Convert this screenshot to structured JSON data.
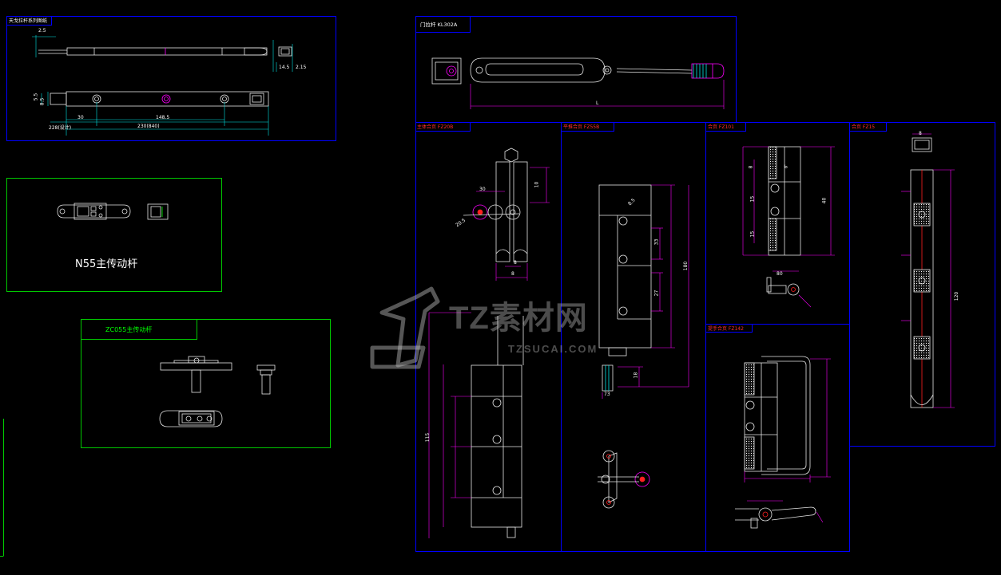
{
  "colors": {
    "background": "#000000",
    "frame_blue": "#0000ff",
    "frame_green": "#00c800",
    "line_white": "#e6e6e6",
    "dim_magenta": "#ff00ff",
    "dim_cyan": "#00e5e5",
    "center_red": "#ff2020",
    "text_red": "#ff3030",
    "text_green": "#00ff00",
    "text_white": "#ffffff",
    "watermark": "#bdbdbd"
  },
  "panels": {
    "rod_drawing": {
      "title": "天戈拉杆系列图纸"
    },
    "n55": {
      "caption": "N55主传动杆"
    },
    "zc055": {
      "title": "ZC055主传动杆"
    },
    "kl302a": {
      "title": "门拉杆 KL302A"
    },
    "fz20b": {
      "title": "主体合页 FZ20B"
    },
    "fz55b": {
      "title": "平推合页 FZ55B"
    },
    "fz101": {
      "title": "合页 FZ101"
    },
    "fz15": {
      "title": "合页 FZ15"
    },
    "fz142": {
      "title": "提手合页 FZ142"
    }
  },
  "dimensions": {
    "top_left": [
      "2.5",
      "14.5",
      "2.15",
      "5.5",
      "8.5",
      "30",
      "148.5",
      "228(设计)",
      "230(840)"
    ],
    "kl302a": [
      "L"
    ],
    "fz20b": [
      "10",
      "20.5",
      "30",
      "8",
      "8",
      "115"
    ],
    "fz55b": [
      "8.5",
      "33",
      "27",
      "180",
      "18",
      "73"
    ],
    "fz101": [
      "6",
      "8",
      "15",
      "15",
      "40",
      "80"
    ],
    "fz15": [
      "8",
      "120"
    ]
  },
  "watermark": {
    "brand": "TZ素材网",
    "url": "TZSUCAI.COM"
  }
}
